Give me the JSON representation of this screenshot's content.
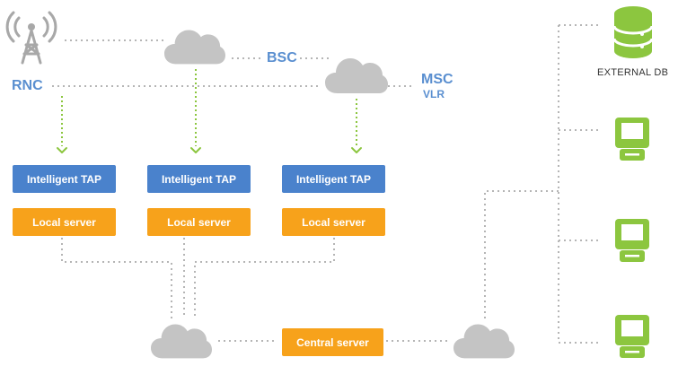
{
  "labels": {
    "bsc": "BSC",
    "rnc": "RNC",
    "msc": "MSC",
    "vlr": "VLR",
    "external_db": "EXTERNAL DB"
  },
  "taps": [
    "Intelligent TAP",
    "Intelligent TAP",
    "Intelligent TAP"
  ],
  "local_servers": [
    "Local server",
    "Local server",
    "Local server"
  ],
  "central_server": "Central server",
  "colors": {
    "tap_blue": "#4a82cc",
    "server_orange": "#f7a21b",
    "terminal_green": "#8cc63f",
    "cloud_gray": "#c4c4c4",
    "label_blue": "#5a8fd0"
  },
  "icons": [
    "antenna-tower-icon",
    "database-icon",
    "terminal-icon",
    "cloud-icon"
  ]
}
